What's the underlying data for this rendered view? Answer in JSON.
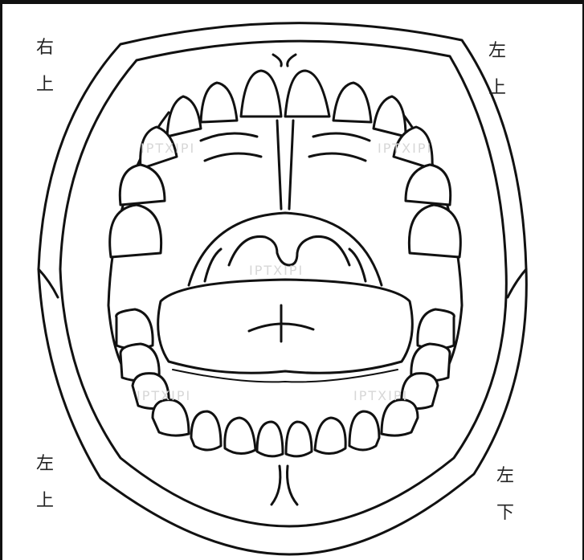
{
  "labels": {
    "top_left": [
      "右",
      "上"
    ],
    "top_right": [
      "左",
      "上"
    ],
    "bottom_left": [
      "左",
      "上"
    ],
    "bottom_right": [
      "左",
      "下"
    ]
  },
  "watermark": "IPTXIPI",
  "colors": {
    "line": "#111111",
    "background": "#ffffff",
    "watermark": "#d7d7d7"
  }
}
